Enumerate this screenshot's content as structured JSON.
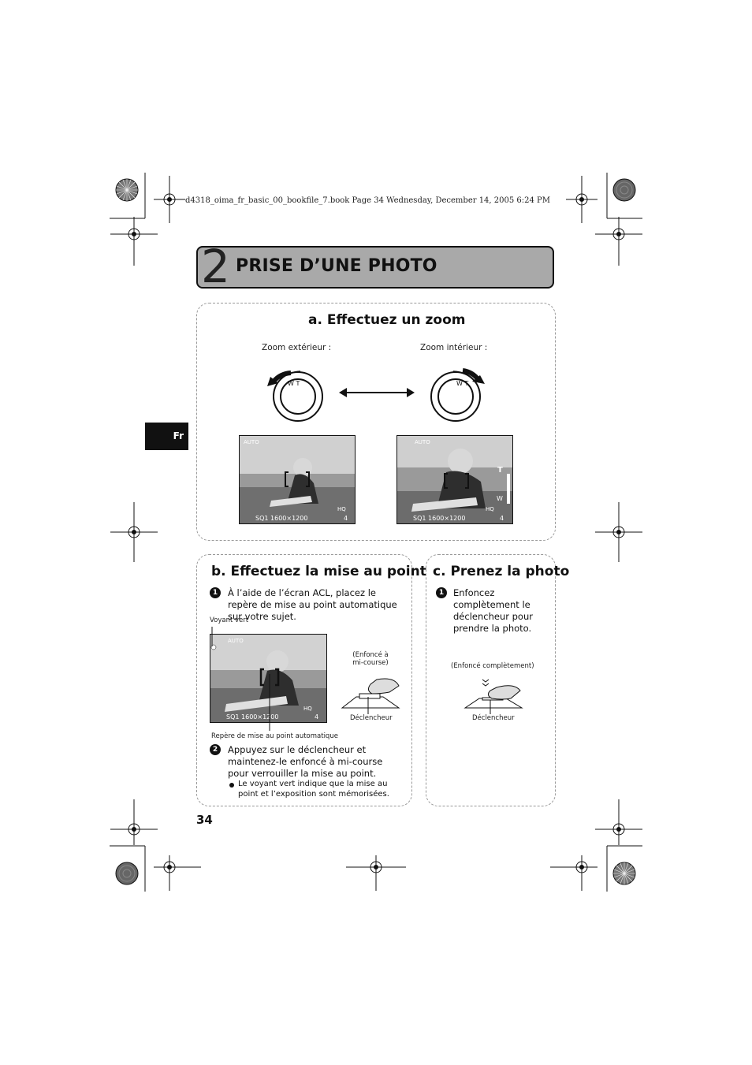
{
  "header": {
    "printer_line": "d4318_oima_fr_basic_00_bookfile_7.book  Page 34  Wednesday, December 14, 2005  6:24 PM"
  },
  "chapter": {
    "number": "2",
    "title": "PRISE D’UNE PHOTO"
  },
  "sidebar": {
    "language_tab": "Fr"
  },
  "section_a": {
    "heading": "a. Effectuez un zoom",
    "zoom_out_label": "Zoom extérieur :",
    "zoom_in_label": "Zoom intérieur :",
    "dial_label": "W T",
    "lcd_left": {
      "mode_badge": "AUTO",
      "quality": "HQ",
      "size": "4",
      "info": "SQ1 1600×1200"
    },
    "lcd_right": {
      "mode_badge": "AUTO",
      "quality": "HQ",
      "size": "4",
      "info": "SQ1 1600×1200",
      "zoom_tele": "T",
      "zoom_wide": "W"
    }
  },
  "section_b": {
    "heading": "b. Effectuez la mise au point",
    "step1_num": "1",
    "step1_text": "À l’aide de l’écran ACL, placez le repère de mise au point automatique sur votre sujet.",
    "green_lamp_label": "Voyant vert",
    "half_press_label": "(Enfoncé à mi-course)",
    "shutter_label": "Déclencheur",
    "af_mark_label": "Repère de mise au point automatique",
    "lcd": {
      "mode_badge": "AUTO",
      "quality": "HQ",
      "size": "4",
      "info": "SQ1 1600×1200"
    },
    "step2_num": "2",
    "step2_text": "Appuyez sur le déclencheur et maintenez-le enfoncé à mi-course pour verrouiller la mise au point.",
    "bullet_text": "Le voyant vert indique que la mise au point et l’exposition sont mémorisées."
  },
  "section_c": {
    "heading": "c. Prenez la photo",
    "step1_num": "1",
    "step1_text": "Enfoncez complètement le déclencheur pour prendre la photo.",
    "full_press_label": "(Enfoncé complètement)",
    "shutter_label": "Déclencheur"
  },
  "footer": {
    "page_number": "34"
  }
}
